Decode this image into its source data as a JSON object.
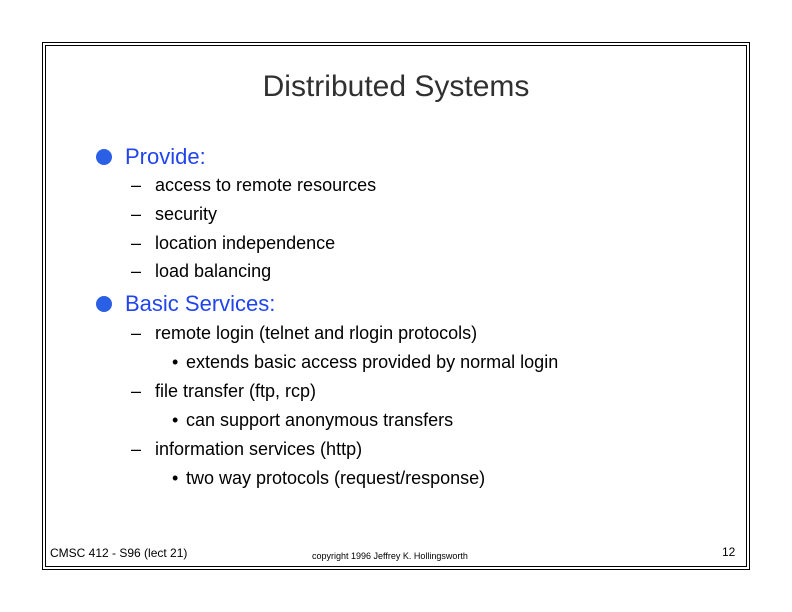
{
  "slide": {
    "title": "Distributed Systems",
    "sections": [
      {
        "heading": "Provide:",
        "items": [
          {
            "text": "access to remote resources"
          },
          {
            "text": "security"
          },
          {
            "text": "location independence"
          },
          {
            "text": "load balancing"
          }
        ]
      },
      {
        "heading": "Basic Services:",
        "items": [
          {
            "text": "remote login (telnet and rlogin protocols)",
            "sub": "extends basic access provided by normal login"
          },
          {
            "text": "file transfer (ftp, rcp)",
            "sub": "can support anonymous transfers"
          },
          {
            "text": "information services (http)",
            "sub": "two way protocols (request/response)"
          }
        ]
      }
    ],
    "dash_glyph": "–",
    "dot_glyph": "•"
  },
  "footer": {
    "course": "CMSC 412 - S96  (lect 21)",
    "copyright": "copyright 1996  Jeffrey K. Hollingsworth",
    "page_number": "12"
  },
  "colors": {
    "heading": "#2244ee",
    "bullet": "#2b5fe6",
    "title": "#303030"
  }
}
